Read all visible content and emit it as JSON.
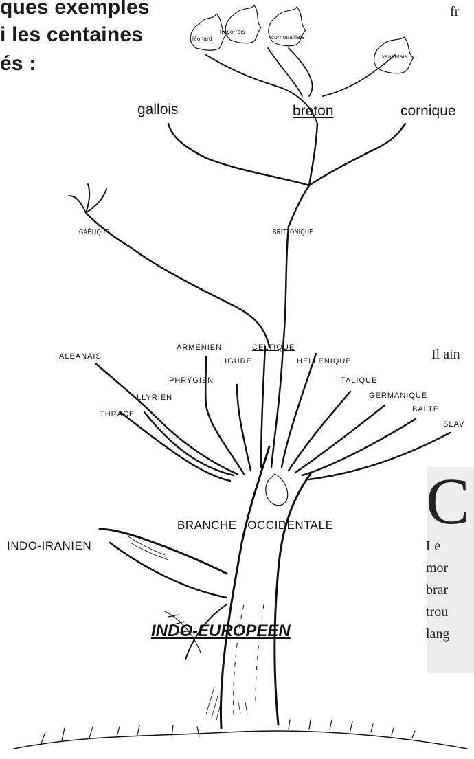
{
  "heading": {
    "line1": "ques exemples",
    "line2": "i les centaines",
    "line3": "és :"
  },
  "fragment_top_right": "fr",
  "fragment_right_middle": "Il ain",
  "tree": {
    "leaves": [
      "léonard",
      "trégorrois",
      "cornouaillais",
      "vannetais"
    ],
    "brittonic_branches": [
      "gallois",
      "breton",
      "cornique"
    ],
    "celtic_branches": [
      "GAÉLIQUE",
      "BRITTONIQUE"
    ],
    "western_branches": [
      "ALBANAIS",
      "ARMENIEN",
      "CELTIQUE",
      "LIGURE",
      "HELLENIQUE",
      "PHRYGIEN",
      "ITALIQUE",
      "ILLYRIEN",
      "GERMANIQUE",
      "THRACE",
      "BALTE",
      "SLAV"
    ],
    "western_trunk": "BRANCHE   OCCIDENTALE",
    "eastern_branch": "INDO-IRANIEN",
    "root": "INDO-EUROPEEN"
  },
  "sidebar": {
    "dropcap": "C",
    "lines": [
      "Le",
      "mor",
      "brar",
      "trou",
      "lang"
    ]
  },
  "colors": {
    "ink": "#111111",
    "panel": "#ededed",
    "ground": "#222222"
  }
}
